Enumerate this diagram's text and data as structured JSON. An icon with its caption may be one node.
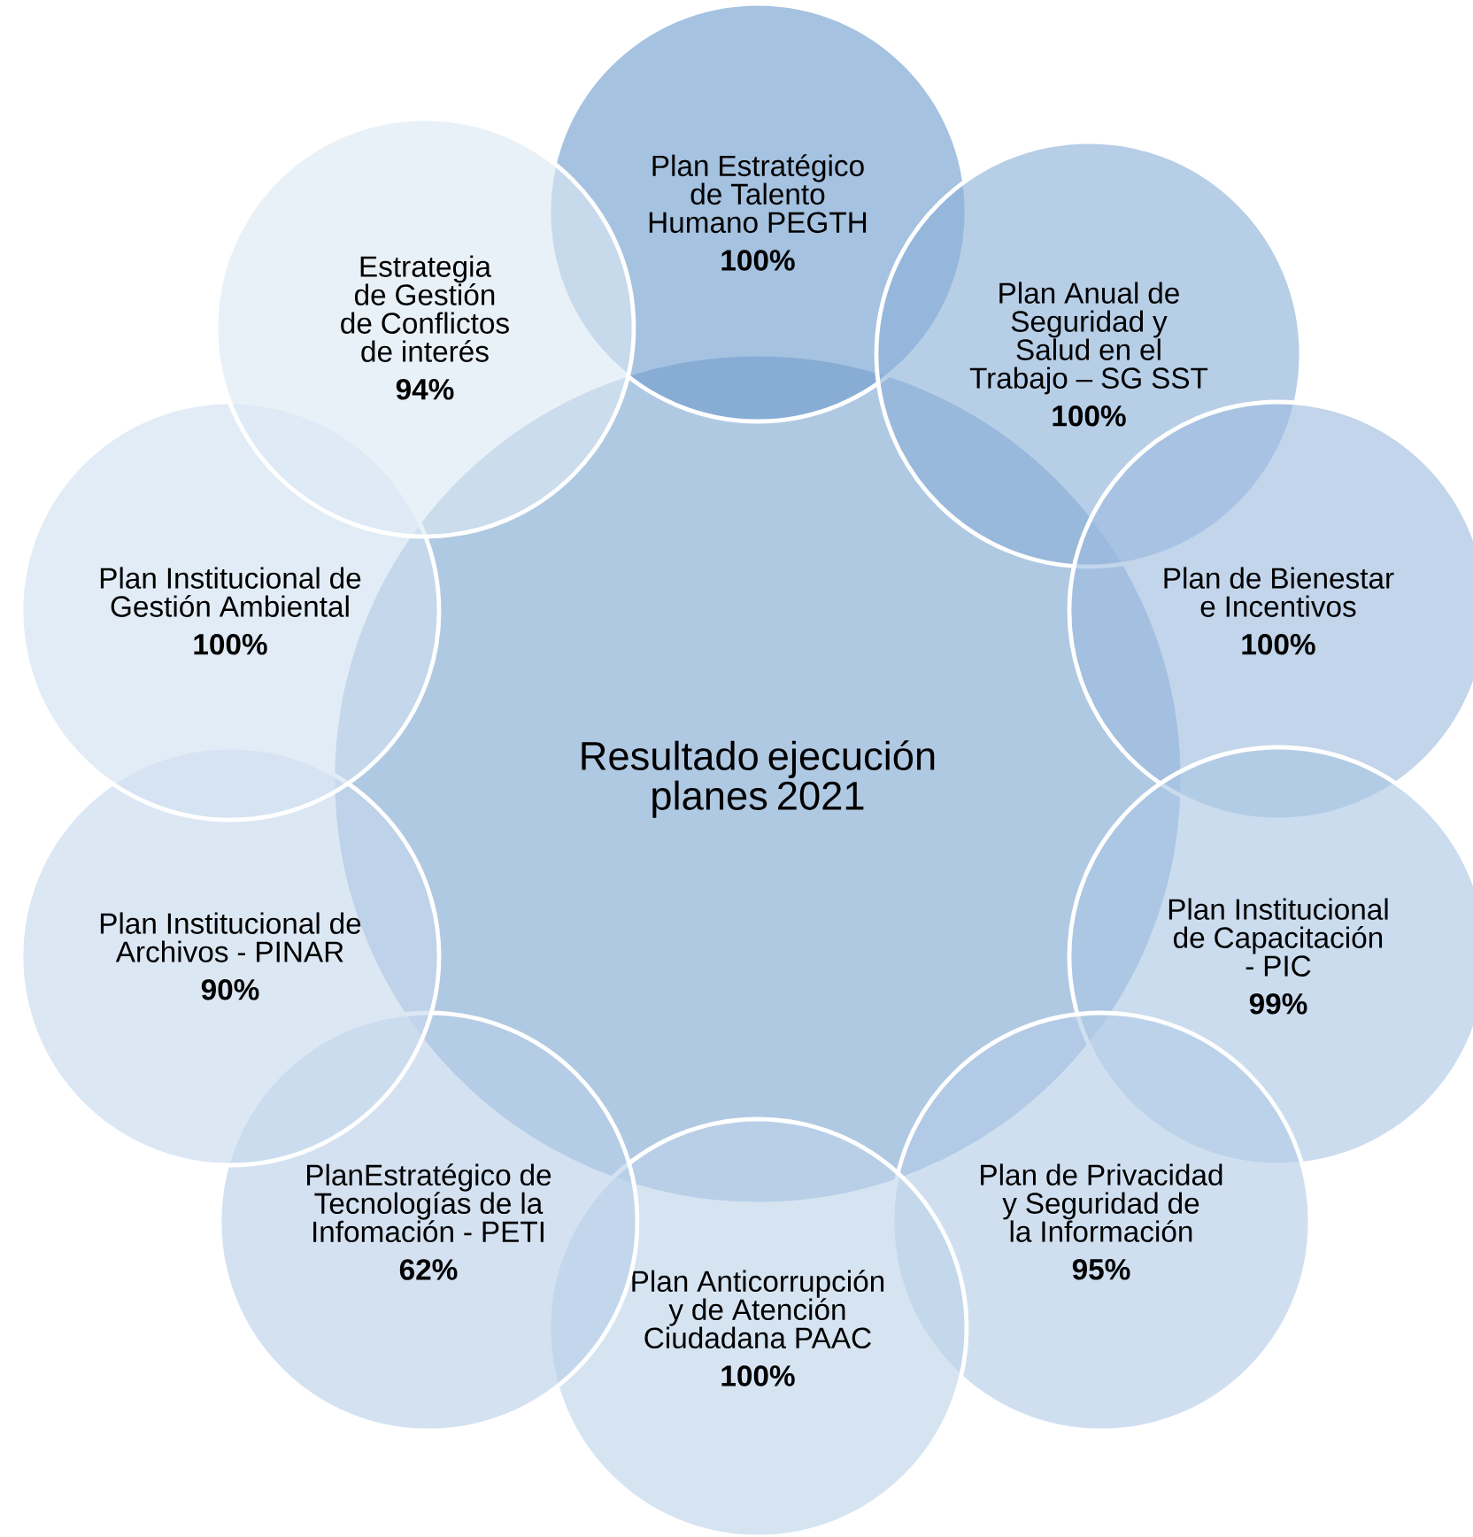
{
  "diagram": {
    "nodes": [
      {
        "text": [
          "Resultado ejecución planes 2021"
        ]
      },
      {
        "text": [
          "Plan Estratégico de Talento Humano PEGTH",
          "100%"
        ]
      },
      {
        "text": [
          "Plan Anual de Seguridad y Salud en el Trabajo – SG SST",
          "100%"
        ]
      },
      {
        "text": [
          "Plan de Bienestar e Incentivos",
          "100%"
        ]
      },
      {
        "text": [
          "Plan Institucional de Capacitación - PIC",
          "99%"
        ]
      },
      {
        "text": [
          "Plan de Privacidad y Seguridad de la Información",
          "95%"
        ]
      },
      {
        "text": [
          "Plan Anticorrupción y de Atención Ciudadana PAAC",
          "100%"
        ]
      },
      {
        "text": [
          "PlanEstratégico de Tecnologías de la Infomación - PETI",
          "62%"
        ]
      },
      {
        "text": [
          "Plan Institucional de Archivos - PINAR",
          "90%"
        ]
      },
      {
        "text": [
          "Plan Institucional de Gestión Ambiental",
          "100%"
        ]
      },
      {
        "text": [
          "Estrategia de Gestión de Conflictos de interés",
          "94%"
        ]
      }
    ]
  }
}
